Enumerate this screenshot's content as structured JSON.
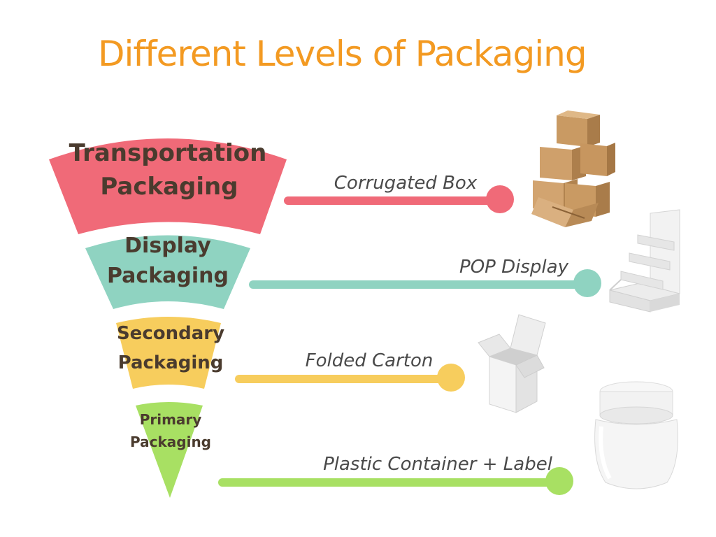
{
  "title": "Different Levels of Packaging",
  "levels": [
    {
      "line1": "Transportation",
      "line2": "Packaging",
      "example": "Corrugated Box",
      "color": "#f06a78",
      "image": "corrugated-boxes"
    },
    {
      "line1": "Display",
      "line2": "Packaging",
      "example": "POP Display",
      "color": "#8fd3c1",
      "image": "pop-display-stand"
    },
    {
      "line1": "Secondary",
      "line2": "Packaging",
      "example": "Folded Carton",
      "color": "#f7cd5d",
      "image": "folded-carton-box"
    },
    {
      "line1": "Primary",
      "line2": "Packaging",
      "example": "Plastic Container + Label",
      "color": "#a8e063",
      "image": "plastic-jar"
    }
  ]
}
